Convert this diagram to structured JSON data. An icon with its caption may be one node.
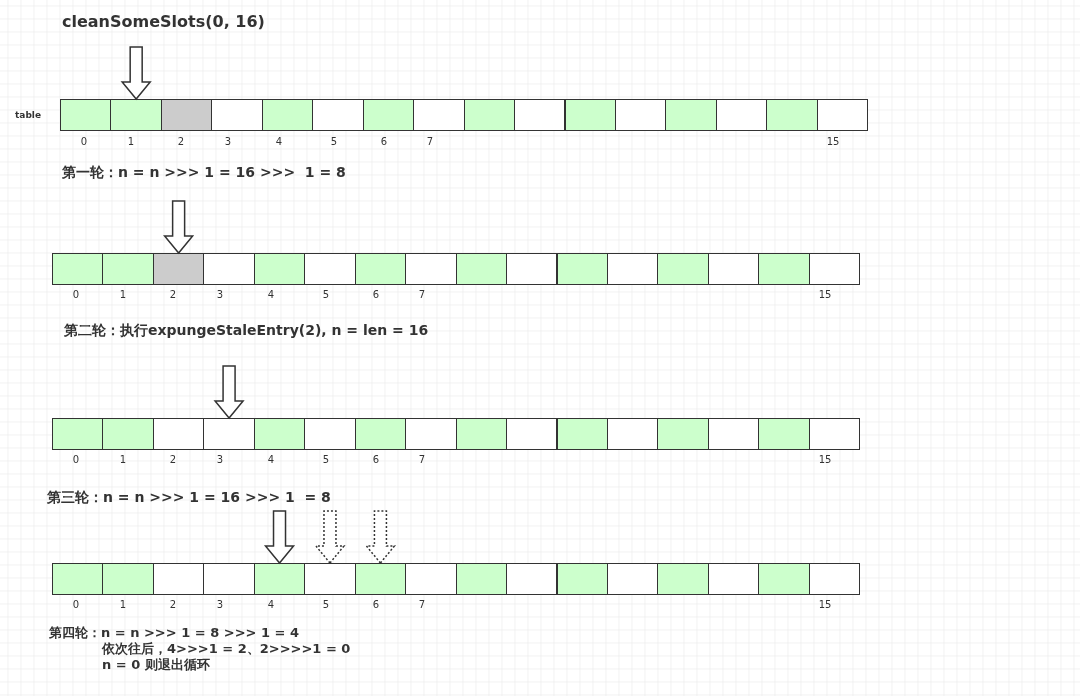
{
  "diagram": {
    "title": "cleanSomeSlots(0, 16)",
    "nodes": [
      {
        "text": [],
        "shape": "box"
      },
      {
        "text": [],
        "shape": "box"
      },
      {
        "text": [],
        "shape": "box"
      },
      {
        "text": [],
        "shape": "box"
      },
      {
        "text": [],
        "shape": "box"
      },
      {
        "text": [],
        "shape": "box"
      },
      {
        "text": [],
        "shape": "box"
      },
      {
        "text": [],
        "shape": "box"
      },
      {
        "text": [],
        "shape": "box"
      },
      {
        "text": [],
        "shape": "box"
      },
      {
        "text": [],
        "shape": "box"
      },
      {
        "text": [],
        "shape": "box"
      },
      {
        "text": [],
        "shape": "box"
      },
      {
        "text": [],
        "shape": "box"
      },
      {
        "text": [],
        "shape": "box"
      },
      {
        "text": [],
        "shape": "box"
      },
      {
        "text": [],
        "shape": "box"
      },
      {
        "text": [],
        "shape": "box"
      },
      {
        "text": [],
        "shape": "box"
      },
      {
        "text": [],
        "shape": "box"
      },
      {
        "text": [],
        "shape": "box"
      },
      {
        "text": [],
        "shape": "box"
      },
      {
        "text": [],
        "shape": "box"
      },
      {
        "text": [],
        "shape": "box"
      },
      {
        "text": [],
        "shape": "box"
      },
      {
        "text": [],
        "shape": "box"
      },
      {
        "text": [],
        "shape": "box"
      },
      {
        "text": [],
        "shape": "box"
      },
      {
        "text": [],
        "shape": "box"
      },
      {
        "text": [],
        "shape": "box"
      },
      {
        "text": [],
        "shape": "box"
      },
      {
        "text": [],
        "shape": "box"
      },
      {
        "text": [],
        "shape": "box"
      },
      {
        "text": [],
        "shape": "box"
      },
      {
        "text": [],
        "shape": "box"
      },
      {
        "text": [],
        "shape": "box"
      },
      {
        "text": [],
        "shape": "box"
      },
      {
        "text": [],
        "shape": "box"
      },
      {
        "text": [],
        "shape": "box"
      },
      {
        "text": [],
        "shape": "box"
      },
      {
        "text": [],
        "shape": "box"
      },
      {
        "text": [],
        "shape": "box"
      },
      {
        "text": [],
        "shape": "box"
      },
      {
        "text": [],
        "shape": "box"
      },
      {
        "text": [],
        "shape": "box"
      },
      {
        "text": [],
        "shape": "box"
      },
      {
        "text": [],
        "shape": "box"
      },
      {
        "text": [],
        "shape": "box"
      },
      {
        "text": [],
        "shape": "box"
      },
      {
        "text": [],
        "shape": "box"
      },
      {
        "text": [],
        "shape": "box"
      },
      {
        "text": [],
        "shape": "box"
      },
      {
        "text": [],
        "shape": "box"
      },
      {
        "text": [],
        "shape": "box"
      },
      {
        "text": [],
        "shape": "box"
      },
      {
        "text": [],
        "shape": "box"
      },
      {
        "text": [],
        "shape": "box"
      },
      {
        "text": [],
        "shape": "box"
      },
      {
        "text": [],
        "shape": "box"
      },
      {
        "text": [],
        "shape": "box"
      },
      {
        "text": [],
        "shape": "box"
      },
      {
        "text": [],
        "shape": "box"
      },
      {
        "text": [],
        "shape": "box"
      },
      {
        "text": [],
        "shape": "box"
      }
    ],
    "edges": [
      {
        "from": null,
        "to": 1,
        "arrow": "to"
      },
      {
        "from": null,
        "to": 18,
        "arrow": "to"
      },
      {
        "from": null,
        "to": 35,
        "arrow": "to"
      },
      {
        "from": null,
        "to": 52,
        "arrow": "to"
      },
      {
        "from": null,
        "to": 53,
        "arrow": "to",
        "style": "dashed"
      },
      {
        "from": null,
        "to": 54,
        "arrow": "to",
        "style": "dashed"
      }
    ],
    "labels": [
      "table",
      "0",
      "1",
      "2",
      "3",
      "4",
      "5",
      "6",
      "7",
      "15",
      "第一轮：n = n >>> 1 = 16 >>>  1 = 8",
      "0",
      "1",
      "2",
      "3",
      "4",
      "5",
      "6",
      "7",
      "15",
      "第二轮：执行expungeStaleEntry(2), n = len = 16",
      "0",
      "1",
      "2",
      "3",
      "4",
      "5",
      "6",
      "7",
      "15",
      "第三轮：n = n >>> 1 = 16 >>> 1  = 8",
      "0",
      "1",
      "2",
      "3",
      "4",
      "5",
      "6",
      "7",
      "15",
      "第四轮：n = n >>> 1 = 8 >>> 1 = 4",
      "依次往后，4>>>1 = 2、2>>>>1 = 0",
      "n = 0 则退出循环"
    ]
  }
}
